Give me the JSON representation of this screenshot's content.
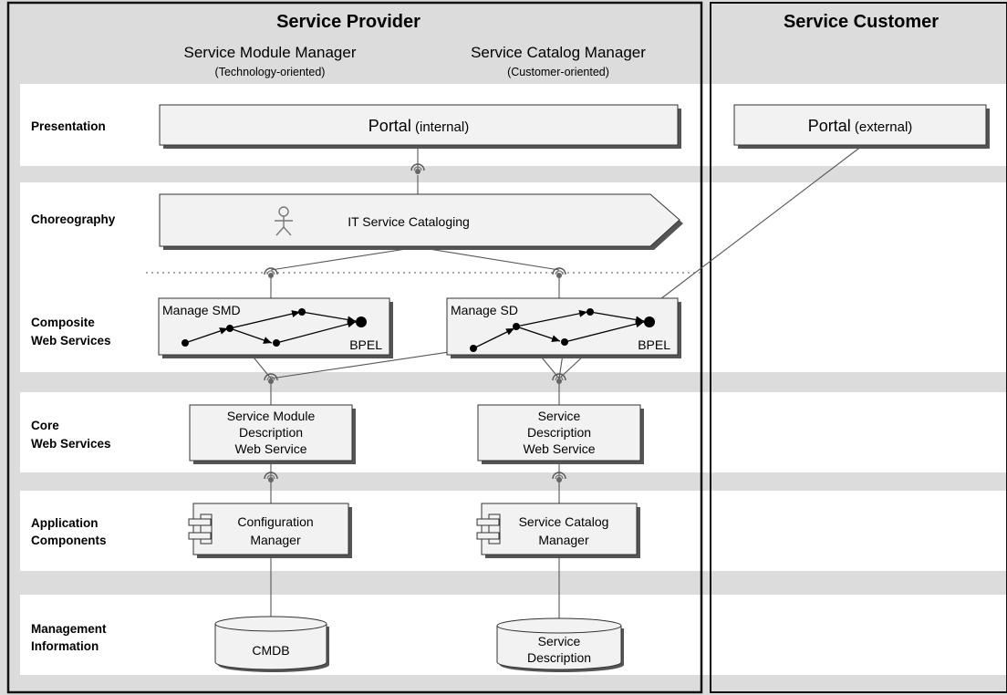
{
  "service_provider": {
    "title": "Service Provider",
    "roles": [
      {
        "name": "Service Module Manager",
        "orientation": "(Technology-oriented)"
      },
      {
        "name": "Service Catalog Manager",
        "orientation": "(Customer-oriented)"
      }
    ]
  },
  "service_customer": {
    "title": "Service Customer"
  },
  "layers": [
    {
      "lines": [
        "Presentation"
      ]
    },
    {
      "lines": [
        "Choreography"
      ]
    },
    {
      "lines": [
        "Composite",
        "Web Services"
      ]
    },
    {
      "lines": [
        "Core",
        "Web Services"
      ]
    },
    {
      "lines": [
        "Application",
        "Components"
      ]
    },
    {
      "lines": [
        "Management",
        "Information"
      ]
    }
  ],
  "portal_internal": {
    "bold": "Portal",
    "suffix": " (internal)"
  },
  "portal_external": {
    "bold": "Portal",
    "suffix": " (external)"
  },
  "choreography": {
    "label": "IT Service Cataloging"
  },
  "composite_services": [
    {
      "label": "Manage SMD",
      "engine": "BPEL"
    },
    {
      "label": "Manage SD",
      "engine": "BPEL"
    }
  ],
  "core_services": [
    {
      "lines": [
        "Service Module",
        "Description",
        "Web Service"
      ]
    },
    {
      "lines": [
        "Service",
        "Description",
        "Web Service"
      ]
    }
  ],
  "components": [
    {
      "lines": [
        "Configuration",
        "Manager"
      ]
    },
    {
      "lines": [
        "Service Catalog",
        "Manager"
      ]
    }
  ],
  "databases": [
    {
      "lines": [
        "CMDB"
      ]
    },
    {
      "lines": [
        "Service",
        "Description"
      ]
    }
  ],
  "colors": {
    "background_band": "#dcdcdc",
    "layer_band": "#ffffff",
    "box_fill": "#f2f2f2",
    "box_stroke": "#333333"
  }
}
